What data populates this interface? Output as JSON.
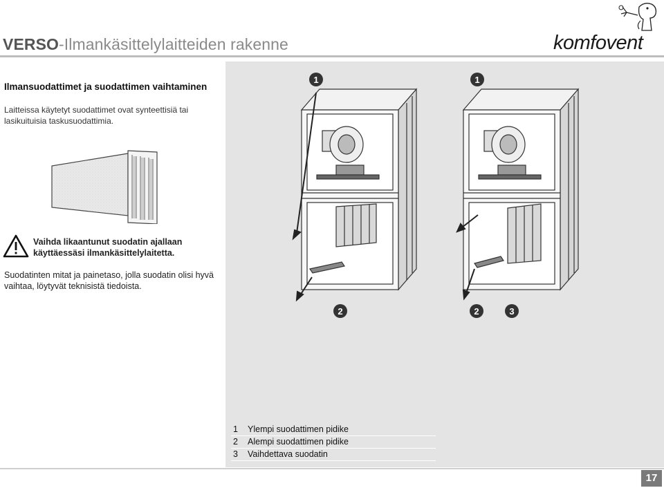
{
  "header": {
    "title_bold": "VERSO",
    "title_rest": "-Ilmankäsittelylaitteiden rakenne",
    "brand": "komfovent"
  },
  "section": {
    "heading": "Ilmansuodattimet ja suodattimen vaihtaminen",
    "intro": "Laitteissa käytetyt suodattimet ovat synteettisiä tai lasikuituisia taskusuodattimia."
  },
  "warning": {
    "text": "Vaihda likaantunut suodatin ajallaan käyttäessäsi ilmankäsittelylaitetta."
  },
  "note": "Suodatinten mitat ja painetaso, jolla suodatin olisi hyvä vaihtaa, löytyvät teknisistä tiedoista.",
  "callouts": {
    "left_top": "1",
    "right_top": "1",
    "left_bottom": "2",
    "right_bottom_a": "2",
    "right_bottom_b": "3"
  },
  "legend": [
    {
      "num": "1",
      "label": "Ylempi suodattimen pidike"
    },
    {
      "num": "2",
      "label": "Alempi suodattimen pidike"
    },
    {
      "num": "3",
      "label": "Vaihdettava suodatin"
    }
  ],
  "page": {
    "number": "17"
  }
}
